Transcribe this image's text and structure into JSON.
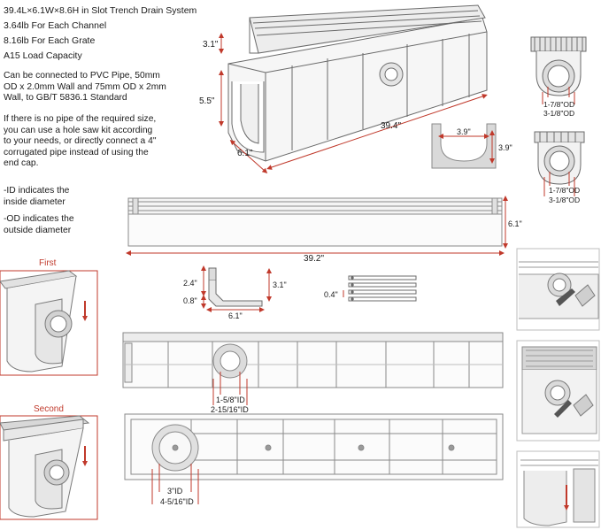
{
  "specs": {
    "line1": "39.4L×6.1W×8.6H in Slot Trench Drain System",
    "line2": "3.64lb For Each Channel",
    "line3": "8.16lb For Each Grate",
    "line4": "A15 Load Capacity"
  },
  "paragraphs": {
    "connect": "Can be connected to PVC Pipe, 50mm OD x 2.0mm Wall and 75mm OD x 2mm Wall, to GB/T 5836.1 Standard",
    "no_pipe": "If there is no pipe of the required size, you can use a hole saw kit according to your needs, or directly connect a 4\" corrugated pipe instead of using the end cap."
  },
  "notes": {
    "id": "-ID indicates the inside diameter",
    "od": "-OD indicates the outside diameter"
  },
  "dims": {
    "iso_height_top": "3.1\"",
    "iso_height_body": "5.5\"",
    "iso_length": "39.4\"",
    "iso_width": "6.1\"",
    "section_width": "3.9\"",
    "section_height": "3.9\"",
    "end1_inner": "1-7/8\"OD",
    "end1_outer": "3-1/8\"OD",
    "end2_inner": "1-7/8\"OD",
    "end2_outer": "3-1/8\"OD",
    "grate_length": "39.2\"",
    "grate_width": "6.1\"",
    "profile_a": "2.4\"",
    "profile_b": "0.8\"",
    "profile_c": "3.1\"",
    "profile_d": "6.1\"",
    "slot_thk": "0.4\"",
    "side_inner": "1-5/8\"ID",
    "side_outer": "2-15/16\"ID",
    "bottom_inner": "3\"ID",
    "bottom_outer": "4-5/16\"ID"
  },
  "steps": {
    "first": "First",
    "second": "Second"
  },
  "colors": {
    "accent": "#c0392b",
    "line": "#6b6b6b",
    "fill": "#ededed"
  }
}
